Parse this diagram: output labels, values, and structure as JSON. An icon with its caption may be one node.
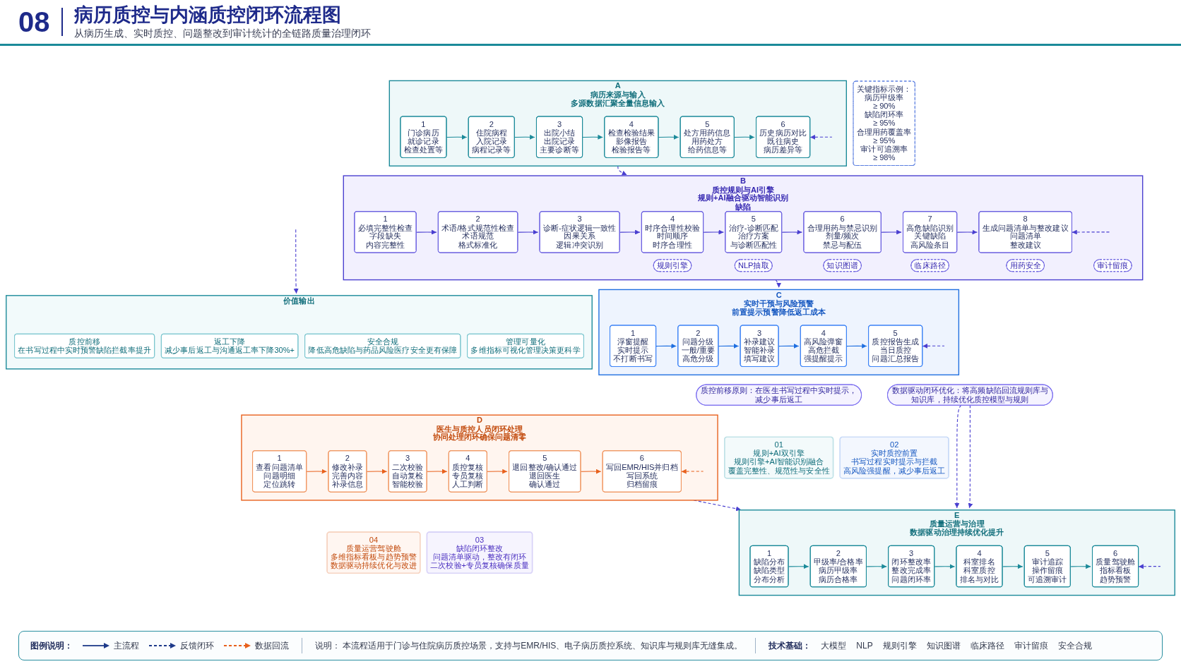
{
  "diagram": {
    "title": "病历质控与内涵质控闭环流程图",
    "nodes": [
      {
        "text": [
          "A",
          "病历来源与输入",
          "多源数据汇聚全量信息输入"
        ]
      },
      {
        "text": [
          "1",
          "门诊病历",
          "就诊记录",
          "检查处置等"
        ],
        "in": 0
      },
      {
        "text": [
          "2",
          "住院病程",
          "入院记录",
          "病程记录等"
        ],
        "in": 0
      },
      {
        "text": [
          "3",
          "出院小结",
          "出院记录",
          "主要诊断等"
        ],
        "in": 0
      },
      {
        "text": [
          "4",
          "检查检验结果",
          "影像报告",
          "检验报告等"
        ],
        "in": 0
      },
      {
        "text": [
          "5",
          "处方用药信息",
          "用药处方",
          "给药信息等"
        ],
        "in": 0
      },
      {
        "text": [
          "6",
          "历史病历对比",
          "既往病史",
          "病历差异等"
        ],
        "in": 0
      },
      {
        "text": [
          "B",
          "质控规则与AI引擎",
          "规则+AI融合驱动智能识别缺陷"
        ]
      },
      {
        "text": [
          "1",
          "必填完整性检查",
          "字段缺失",
          "内容完整性"
        ],
        "in": 7
      },
      {
        "text": [
          "2",
          "术语/格式规范性检查",
          "术语规范",
          "格式标准化"
        ],
        "in": 7
      },
      {
        "text": [
          "3",
          "诊断-症状逻辑一致性",
          "因果关系",
          "逻辑冲突识别"
        ],
        "in": 7
      },
      {
        "text": [
          "4",
          "时序合理性校验",
          "时间顺序",
          "时序合理性"
        ],
        "in": 7
      },
      {
        "text": [
          "5",
          "治疗-诊断匹配",
          "治疗方案",
          "与诊断匹配性"
        ],
        "in": 7
      },
      {
        "text": [
          "6",
          "合理用药与禁忌识别",
          "剂量/频次",
          "禁忌与配伍"
        ],
        "in": 7
      },
      {
        "text": [
          "7",
          "高危缺陷识别",
          "关键缺陷",
          "高风险条目"
        ],
        "in": 7
      },
      {
        "text": [
          "8",
          "生成问题清单与整改建议",
          "问题清单",
          "整改建议"
        ],
        "in": 7
      },
      {
        "text": [
          "规则引擎"
        ],
        "in": 7
      },
      {
        "text": [
          "NLP抽取"
        ],
        "in": 7
      },
      {
        "text": [
          "知识图谱"
        ],
        "in": 7
      },
      {
        "text": [
          "临床路径"
        ],
        "in": 7
      },
      {
        "text": [
          "用药安全"
        ],
        "in": 7
      },
      {
        "text": [
          "审计留痕"
        ],
        "in": 7
      },
      {
        "text": [
          "C",
          "实时干预与风险预警",
          "前置提示预警降低返工成本"
        ]
      },
      {
        "text": [
          "1",
          "浮窗提醒",
          "实时提示",
          "不打断书写"
        ],
        "in": 22
      },
      {
        "text": [
          "2",
          "问题分级",
          "一般/重要",
          "高危分级"
        ],
        "in": 22
      },
      {
        "text": [
          "3",
          "补录建议",
          "智能补录",
          "填写建议"
        ],
        "in": 22
      },
      {
        "text": [
          "4",
          "高风险弹窗",
          "高危拦截",
          "强提醒提示"
        ],
        "in": 22
      },
      {
        "text": [
          "5",
          "质控报告生成",
          "当日质控",
          "问题汇总报告"
        ],
        "in": 22
      },
      {
        "text": [
          "质控前移原则：在医生书写过程中实时提示，减少事后返工"
        ]
      },
      {
        "text": [
          "D",
          "医生与质控人员闭环处理",
          "协同处理闭环确保问题清零"
        ]
      },
      {
        "text": [
          "1",
          "查看问题清单",
          "问题明细",
          "定位跳转"
        ],
        "in": 29
      },
      {
        "text": [
          "2",
          "修改补录",
          "完善内容",
          "补录信息"
        ],
        "in": 29
      },
      {
        "text": [
          "3",
          "二次校验",
          "自动复检",
          "智能校验"
        ],
        "in": 29
      },
      {
        "text": [
          "4",
          "质控复核",
          "专员复核",
          "人工判断"
        ],
        "in": 29
      },
      {
        "text": [
          "5",
          "退回整改/确认通过",
          "退回医生",
          "确认通过"
        ],
        "in": 29
      },
      {
        "text": [
          "6",
          "写回EMR/HIS并归档",
          "写回系统",
          "归档留痕"
        ],
        "in": 29
      },
      {
        "text": [
          "E",
          "质量运营与治理",
          "数据驱动治理持续优化提升"
        ]
      },
      {
        "text": [
          "1",
          "缺陷分布",
          "缺陷类型",
          "分布分析"
        ],
        "in": 36
      },
      {
        "text": [
          "2",
          "甲级率/合格率",
          "病历甲级率",
          "病历合格率"
        ],
        "in": 36
      },
      {
        "text": [
          "3",
          "闭环整改率",
          "整改完成率",
          "问题闭环率"
        ],
        "in": 36
      },
      {
        "text": [
          "4",
          "科室排名",
          "科室质控",
          "排名与对比"
        ],
        "in": 36
      },
      {
        "text": [
          "5",
          "审计追踪",
          "操作留痕",
          "可追溯审计"
        ],
        "in": 36
      },
      {
        "text": [
          "6",
          "质量驾驶舱",
          "指标看板",
          "趋势预警"
        ],
        "in": 36
      },
      {
        "text": [
          "数据驱动闭环优化：将高频缺陷回流规则库与知识库，持续优化质控模型与规则"
        ]
      },
      {
        "text": [
          "价值输出"
        ]
      },
      {
        "text": [
          "质控前移",
          "在书写过程中实时预警缺陷拦截率提升"
        ],
        "in": 44
      },
      {
        "text": [
          "返工下降",
          "减少事后返工与沟通返工率下降30%+"
        ],
        "in": 44
      },
      {
        "text": [
          "安全合规",
          "降低高危缺陷与药品风险医疗安全更有保障"
        ],
        "in": 44
      },
      {
        "text": [
          "管理可量化",
          "多维指标可视化管理决策更科学"
        ],
        "in": 44
      },
      {
        "text": [
          "关键指标示例：",
          "病历甲级率",
          "≥ 90%",
          "缺陷闭环率",
          "≥ 95%",
          "合理用药覆盖率",
          "≥ 95%",
          "审计可追溯率",
          "≥ 98%"
        ]
      },
      {
        "text": [
          "01",
          "规则+AI双引擎",
          "规则引擎+AI智能识别融合",
          "覆盖完整性、规范性与安全性"
        ]
      },
      {
        "text": [
          "02",
          "实时质控前置",
          "书写过程实时提示与拦截",
          "高风险强提醒，减少事后返工"
        ]
      },
      {
        "text": [
          "03",
          "缺陷闭环整改",
          "问题清单驱动，整改有闭环",
          "二次校验+专员复核确保质量"
        ]
      },
      {
        "text": [
          "04",
          "质量运营驾驶舱",
          "多维指标看板与趋势预警",
          "数据驱动持续优化与改进"
        ]
      }
    ],
    "edges": [
      {
        "from": 1,
        "to": 2,
        "arrow": "to",
        "color": "#1b8a99"
      },
      {
        "from": 2,
        "to": 3,
        "arrow": "to",
        "color": "#1b8a99"
      },
      {
        "from": 3,
        "to": 4,
        "arrow": "to",
        "color": "#1b8a99"
      },
      {
        "from": 4,
        "to": 5,
        "arrow": "to",
        "color": "#1b8a99"
      },
      {
        "from": 5,
        "to": 6,
        "arrow": "to",
        "color": "#1b8a99"
      },
      {
        "from": 0,
        "to": 7,
        "arrow": "to",
        "style": "dashed"
      },
      {
        "from": 8,
        "to": 9,
        "arrow": "to"
      },
      {
        "from": 9,
        "to": 10,
        "arrow": "to"
      },
      {
        "from": 10,
        "to": 11,
        "arrow": "to"
      },
      {
        "from": 11,
        "to": 12,
        "arrow": "to"
      },
      {
        "from": 12,
        "to": 13,
        "arrow": "to"
      },
      {
        "from": 13,
        "to": 14,
        "arrow": "to"
      },
      {
        "from": 14,
        "to": 15,
        "arrow": "to"
      },
      {
        "from": 7,
        "to": 22,
        "arrow": "to",
        "style": "dashed"
      },
      {
        "from": 23,
        "to": 24,
        "arrow": "to",
        "color": "#1f6fe0"
      },
      {
        "from": 24,
        "to": 25,
        "arrow": "to",
        "color": "#1f6fe0"
      },
      {
        "from": 25,
        "to": 26,
        "arrow": "to",
        "color": "#1f6fe0"
      },
      {
        "from": 26,
        "to": 27,
        "arrow": "to",
        "color": "#1f6fe0"
      },
      {
        "from": 30,
        "to": 31,
        "arrow": "to",
        "color": "#e8601c"
      },
      {
        "from": 31,
        "to": 32,
        "arrow": "to",
        "color": "#e8601c"
      },
      {
        "from": 32,
        "to": 33,
        "arrow": "to",
        "color": "#e8601c"
      },
      {
        "from": 33,
        "to": 34,
        "arrow": "to",
        "color": "#e8601c"
      },
      {
        "from": 34,
        "to": 35,
        "arrow": "to",
        "color": "#e8601c"
      },
      {
        "from": 29,
        "to": 36,
        "arrow": "to",
        "style": "dashed"
      },
      {
        "from": 37,
        "to": 38,
        "arrow": "to",
        "color": "#1b8a99"
      },
      {
        "from": 38,
        "to": 39,
        "arrow": "to",
        "color": "#1b8a99"
      },
      {
        "from": 39,
        "to": 40,
        "arrow": "to",
        "color": "#1b8a99"
      },
      {
        "from": 40,
        "to": 41,
        "arrow": "to",
        "color": "#1b8a99"
      },
      {
        "from": 41,
        "to": 42,
        "arrow": "to",
        "color": "#1b8a99"
      },
      {
        "from": 43,
        "to": 36,
        "arrow": "to",
        "style": "dashed"
      },
      {
        "from": 43,
        "to": 36,
        "arrow": "to",
        "style": "dashed"
      },
      {
        "from": null,
        "to": 6,
        "arrow": "to",
        "style": "dashed"
      },
      {
        "from": null,
        "to": 15,
        "arrow": "to",
        "style": "dashed"
      },
      {
        "from": null,
        "to": 27,
        "arrow": "to",
        "style": "dashed"
      },
      {
        "from": null,
        "to": 35,
        "arrow": "to",
        "style": "dashed",
        "color": "#e8601c"
      },
      {
        "from": null,
        "to": 42,
        "arrow": "to",
        "style": "dashed"
      },
      {
        "from": null,
        "to": 44,
        "arrow": "to",
        "style": "dashed"
      }
    ],
    "labels": [
      "08",
      "从病历生成、实时质控、问题整改到审计统计的全链路质量治理闭环",
      "图例说明：",
      "说明： 本流程适用于门诊与住院病历质控场景，支持与EMR/HIS、电子病历质控系统、知识库与规则库无缝集成。",
      "技术基础：",
      "大模型",
      "NLP",
      "规则引擎",
      "知识图谱",
      "临床路径",
      "审计留痕",
      "安全合规"
    ],
    "legend": [
      {
        "text": "主流程"
      },
      {
        "text": "反馈闭环"
      },
      {
        "text": "数据回流"
      }
    ]
  }
}
